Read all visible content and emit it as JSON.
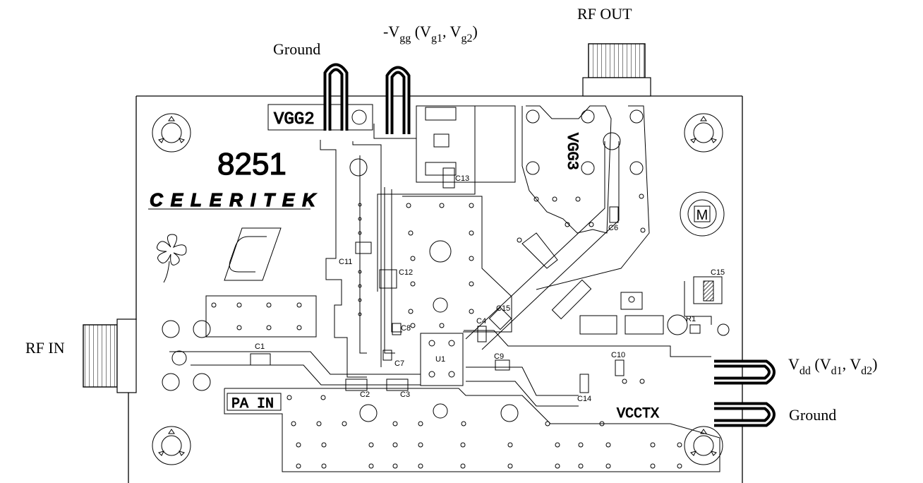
{
  "labels": {
    "ground_top": "Ground",
    "vgg_prefix": "-V",
    "vgg_sub": "gg",
    "vgg_paren_open": " (V",
    "vgg_g1": "g1",
    "vgg_comma": ", V",
    "vgg_g2": "g2",
    "vgg_paren_close": ")",
    "rf_out": "RF OUT",
    "rf_in": "RF IN",
    "vdd_prefix": "V",
    "vdd_sub": "dd",
    "vdd_paren_open": " (V",
    "vdd_d1": "d1",
    "vdd_comma": ", V",
    "vdd_d2": "d2",
    "vdd_paren_close": ")",
    "ground_right": "Ground"
  },
  "silkscreen": {
    "part_number": "8251",
    "brand": "CELERITEK",
    "vgg2": "VGG2",
    "vgg3": "VGG3",
    "pa_in": "PA IN",
    "vcctx": "VCCTX",
    "mount_mark": "M"
  },
  "components": [
    "C1",
    "C2",
    "C3",
    "C4",
    "C6",
    "C7",
    "C8",
    "C9",
    "C10",
    "C11",
    "C12",
    "C13",
    "C14",
    "C15",
    "C15",
    "R1",
    "U1"
  ]
}
